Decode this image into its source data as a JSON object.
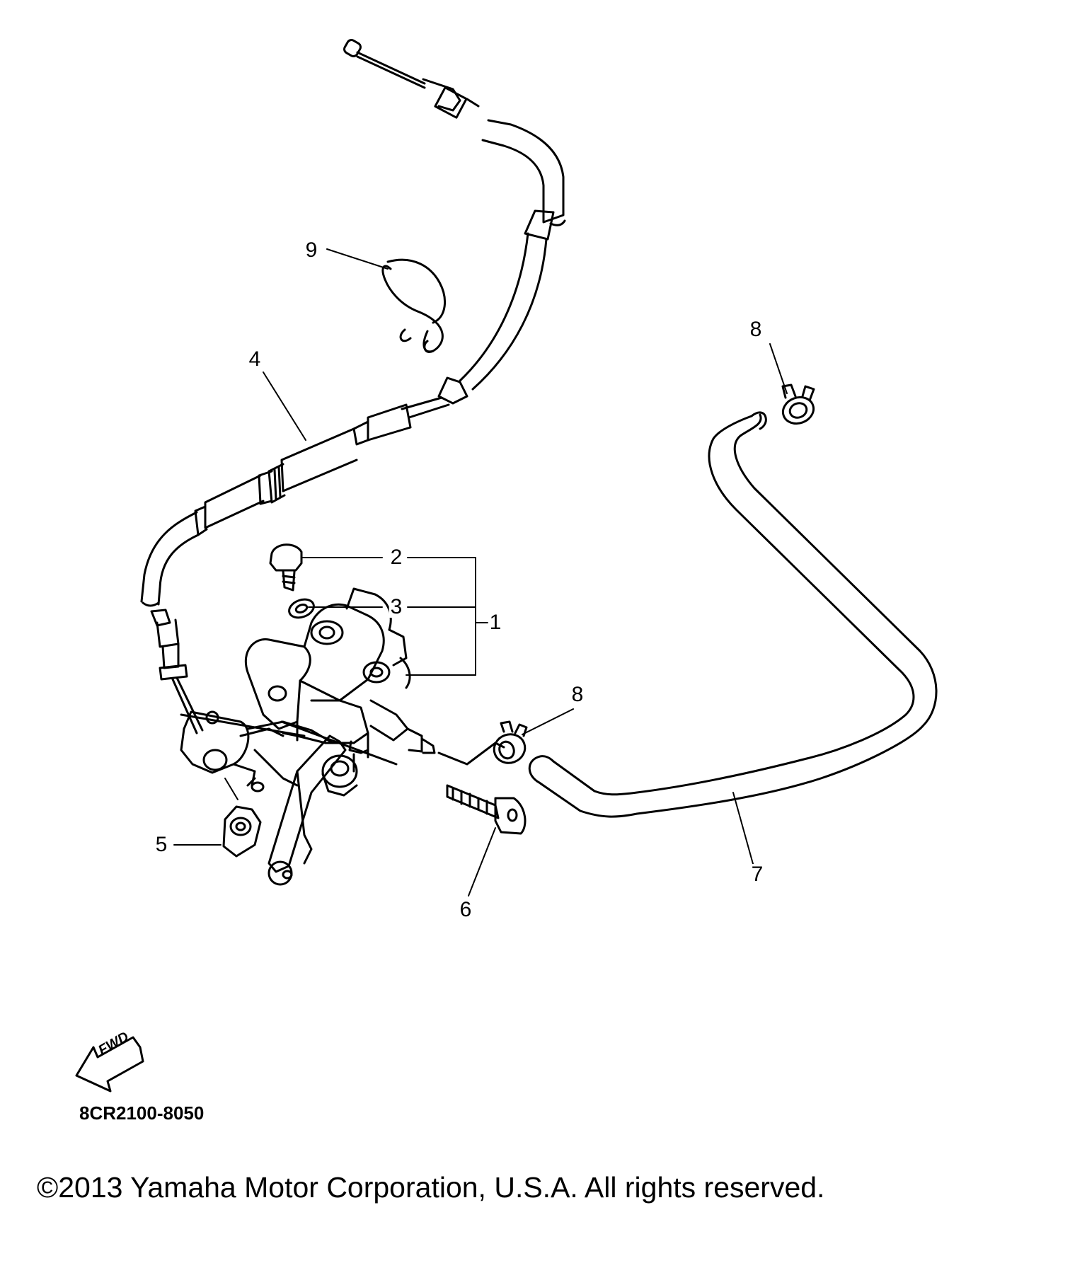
{
  "callouts": {
    "c1": "1",
    "c2": "2",
    "c3": "3",
    "c4": "4",
    "c5": "5",
    "c6": "6",
    "c7": "7",
    "c8a": "8",
    "c8b": "8",
    "c9": "9"
  },
  "fwd_label": "FWD",
  "drawing_code": "8CR2100-8050",
  "copyright": "©2013 Yamaha Motor Corporation, U.S.A. All rights reserved."
}
